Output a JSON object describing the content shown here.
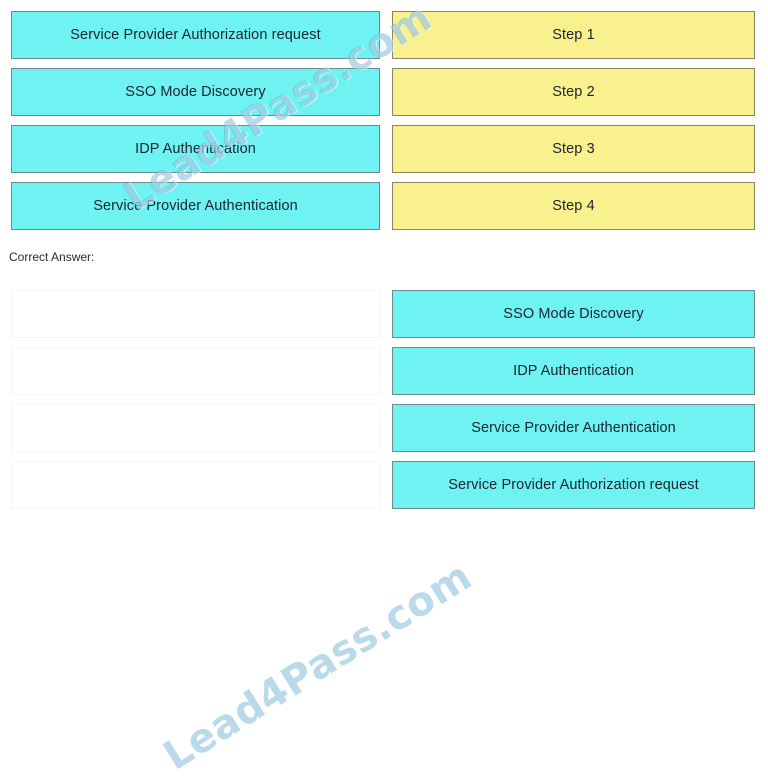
{
  "exam_item": {
    "type": "drag-and-drop-ordering",
    "correct_answer_label": "Correct Answer:",
    "watermark_text": "Lead4Pass.com",
    "colors": {
      "option_fill": "#6ff2f2",
      "option_border": "#6f8a8c",
      "step_fill": "#f8f18d",
      "step_border": "#8d8560",
      "text": "#1b2430",
      "watermark": "#5aa5cd"
    }
  },
  "question": {
    "options": [
      {
        "label": "Service Provider Authorization request"
      },
      {
        "label": "SSO Mode Discovery"
      },
      {
        "label": "IDP Authentication"
      },
      {
        "label": "Service Provider Authentication"
      }
    ],
    "targets": [
      {
        "label": "Step 1"
      },
      {
        "label": "Step 2"
      },
      {
        "label": "Step 3"
      },
      {
        "label": "Step 4"
      }
    ]
  },
  "answer": {
    "left_slots": [
      {
        "label": ""
      },
      {
        "label": ""
      },
      {
        "label": ""
      },
      {
        "label": ""
      }
    ],
    "ordered_steps": [
      {
        "label": "SSO Mode Discovery"
      },
      {
        "label": "IDP Authentication"
      },
      {
        "label": "Service Provider Authentication"
      },
      {
        "label": "Service Provider Authorization request"
      }
    ]
  }
}
